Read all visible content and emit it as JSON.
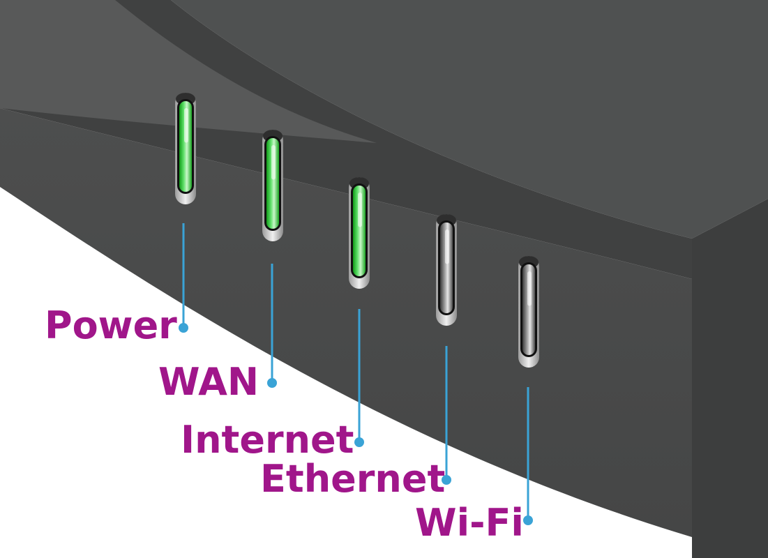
{
  "diagram": {
    "colors": {
      "label": "#a0168a",
      "leader": "#3aa3d6",
      "led_on": "#22c12a",
      "led_off": "#7a7a7a",
      "body_front": "#4a4b4b",
      "body_top": "#505252",
      "body_side": "#3f4040"
    },
    "indicators": [
      {
        "label": "Power",
        "state": "on"
      },
      {
        "label": "WAN",
        "state": "on"
      },
      {
        "label": "Internet",
        "state": "on"
      },
      {
        "label": "Ethernet",
        "state": "off"
      },
      {
        "label": "Wi-Fi",
        "state": "off"
      }
    ]
  }
}
